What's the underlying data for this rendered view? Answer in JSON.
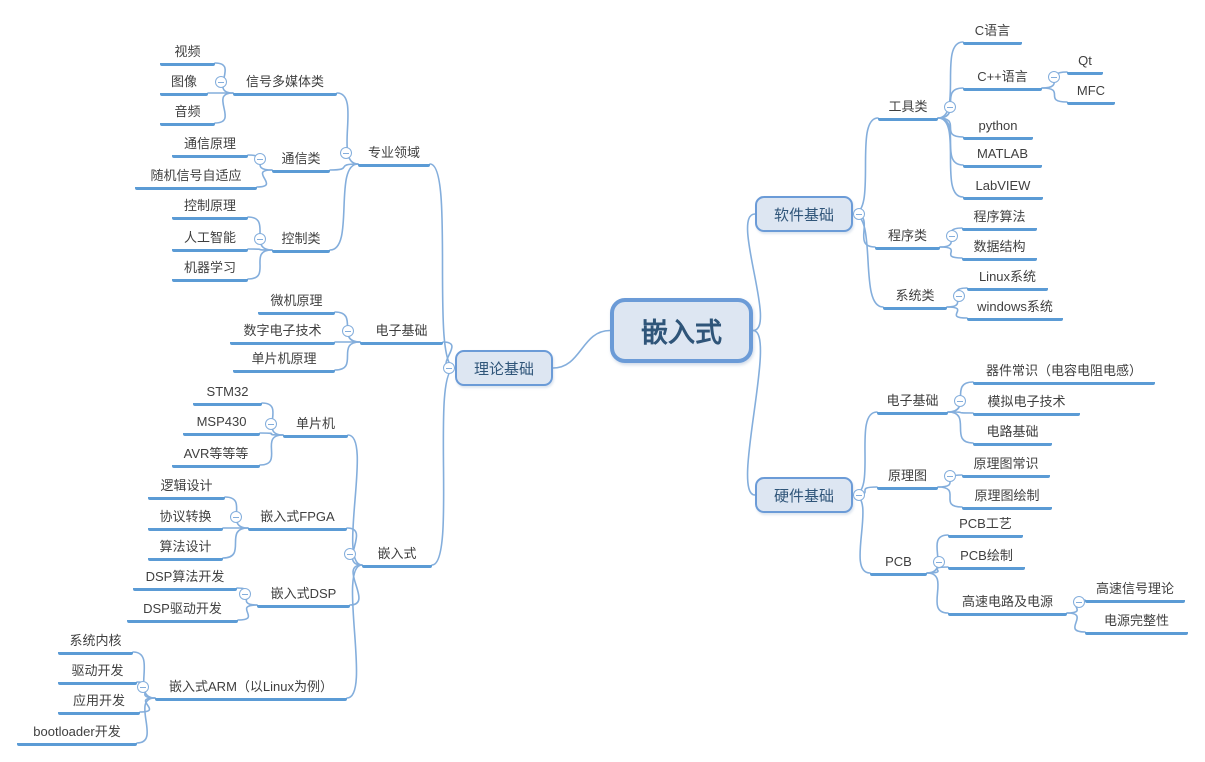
{
  "colors": {
    "branch_line": "#84AEDC",
    "node_underline": "#5B9BD5",
    "box_fill": "#DDE6F2",
    "box_border": "#6B9BD7",
    "text": "#3F3F3F",
    "box_text": "#2F5579"
  },
  "nodes": [
    {
      "id": "central",
      "parent": null,
      "label": "嵌入式",
      "type": "central"
    },
    {
      "id": "theory",
      "parent": "central",
      "label": "理论基础",
      "type": "box"
    },
    {
      "id": "major",
      "parent": "theory",
      "label": "专业领域",
      "type": "text"
    },
    {
      "id": "signal",
      "parent": "major",
      "label": "信号多媒体类",
      "type": "text"
    },
    {
      "id": "video",
      "parent": "signal",
      "label": "视频",
      "type": "text"
    },
    {
      "id": "image",
      "parent": "signal",
      "label": "图像",
      "type": "text"
    },
    {
      "id": "audio",
      "parent": "signal",
      "label": "音频",
      "type": "text"
    },
    {
      "id": "comm",
      "parent": "major",
      "label": "通信类",
      "type": "text"
    },
    {
      "id": "commPrinciple",
      "parent": "comm",
      "label": "通信原理",
      "type": "text"
    },
    {
      "id": "randomSignal",
      "parent": "comm",
      "label": "随机信号自适应",
      "type": "text"
    },
    {
      "id": "control",
      "parent": "major",
      "label": "控制类",
      "type": "text"
    },
    {
      "id": "controlPrinciple",
      "parent": "control",
      "label": "控制原理",
      "type": "text"
    },
    {
      "id": "ai",
      "parent": "control",
      "label": "人工智能",
      "type": "text"
    },
    {
      "id": "ml",
      "parent": "control",
      "label": "机器学习",
      "type": "text"
    },
    {
      "id": "elecTheory",
      "parent": "theory",
      "label": "电子基础",
      "type": "text"
    },
    {
      "id": "micro",
      "parent": "elecTheory",
      "label": "微机原理",
      "type": "text"
    },
    {
      "id": "digital",
      "parent": "elecTheory",
      "label": "数字电子技术",
      "type": "text"
    },
    {
      "id": "mcuPrinciple",
      "parent": "elecTheory",
      "label": "单片机原理",
      "type": "text"
    },
    {
      "id": "embedded",
      "parent": "theory",
      "label": "嵌入式",
      "type": "text"
    },
    {
      "id": "mcu",
      "parent": "embedded",
      "label": "单片机",
      "type": "text"
    },
    {
      "id": "stm32",
      "parent": "mcu",
      "label": "STM32",
      "type": "text"
    },
    {
      "id": "msp430",
      "parent": "mcu",
      "label": "MSP430",
      "type": "text"
    },
    {
      "id": "avr",
      "parent": "mcu",
      "label": "AVR等等等",
      "type": "text"
    },
    {
      "id": "fpga",
      "parent": "embedded",
      "label": "嵌入式FPGA",
      "type": "text"
    },
    {
      "id": "logic",
      "parent": "fpga",
      "label": "逻辑设计",
      "type": "text"
    },
    {
      "id": "protocol",
      "parent": "fpga",
      "label": "协议转换",
      "type": "text"
    },
    {
      "id": "algoDesign",
      "parent": "fpga",
      "label": "算法设计",
      "type": "text"
    },
    {
      "id": "dsp",
      "parent": "embedded",
      "label": "嵌入式DSP",
      "type": "text"
    },
    {
      "id": "dspAlgo",
      "parent": "dsp",
      "label": "DSP算法开发",
      "type": "text"
    },
    {
      "id": "dspDriver",
      "parent": "dsp",
      "label": "DSP驱动开发",
      "type": "text"
    },
    {
      "id": "arm",
      "parent": "embedded",
      "label": "嵌入式ARM（以Linux为例）",
      "type": "text"
    },
    {
      "id": "kernel",
      "parent": "arm",
      "label": "系统内核",
      "type": "text"
    },
    {
      "id": "driverDev",
      "parent": "arm",
      "label": "驱动开发",
      "type": "text"
    },
    {
      "id": "appDev",
      "parent": "arm",
      "label": "应用开发",
      "type": "text"
    },
    {
      "id": "bootloader",
      "parent": "arm",
      "label": "bootloader开发",
      "type": "text"
    },
    {
      "id": "software",
      "parent": "central",
      "label": "软件基础",
      "type": "box"
    },
    {
      "id": "tools",
      "parent": "software",
      "label": "工具类",
      "type": "text"
    },
    {
      "id": "clang",
      "parent": "tools",
      "label": "C语言",
      "type": "text"
    },
    {
      "id": "cpp",
      "parent": "tools",
      "label": "C++语言",
      "type": "text"
    },
    {
      "id": "qt",
      "parent": "cpp",
      "label": "Qt",
      "type": "text"
    },
    {
      "id": "mfc",
      "parent": "cpp",
      "label": "MFC",
      "type": "text"
    },
    {
      "id": "python",
      "parent": "tools",
      "label": "python",
      "type": "text"
    },
    {
      "id": "matlab",
      "parent": "tools",
      "label": "MATLAB",
      "type": "text"
    },
    {
      "id": "labview",
      "parent": "tools",
      "label": "LabVIEW",
      "type": "text"
    },
    {
      "id": "program",
      "parent": "software",
      "label": "程序类",
      "type": "text"
    },
    {
      "id": "progAlgo",
      "parent": "program",
      "label": "程序算法",
      "type": "text"
    },
    {
      "id": "dataStruct",
      "parent": "program",
      "label": "数据结构",
      "type": "text"
    },
    {
      "id": "system",
      "parent": "software",
      "label": "系统类",
      "type": "text"
    },
    {
      "id": "linux",
      "parent": "system",
      "label": "Linux系统",
      "type": "text"
    },
    {
      "id": "windows",
      "parent": "system",
      "label": "windows系统",
      "type": "text"
    },
    {
      "id": "hardware",
      "parent": "central",
      "label": "硬件基础",
      "type": "box"
    },
    {
      "id": "elecHw",
      "parent": "hardware",
      "label": "电子基础",
      "type": "text"
    },
    {
      "id": "devices",
      "parent": "elecHw",
      "label": "器件常识（电容电阻电感）",
      "type": "text"
    },
    {
      "id": "analog",
      "parent": "elecHw",
      "label": "模拟电子技术",
      "type": "text"
    },
    {
      "id": "circuit",
      "parent": "elecHw",
      "label": "电路基础",
      "type": "text"
    },
    {
      "id": "schematic",
      "parent": "hardware",
      "label": "原理图",
      "type": "text"
    },
    {
      "id": "schKnow",
      "parent": "schematic",
      "label": "原理图常识",
      "type": "text"
    },
    {
      "id": "schDraw",
      "parent": "schematic",
      "label": "原理图绘制",
      "type": "text"
    },
    {
      "id": "pcb",
      "parent": "hardware",
      "label": "PCB",
      "type": "text"
    },
    {
      "id": "pcbProcess",
      "parent": "pcb",
      "label": "PCB工艺",
      "type": "text"
    },
    {
      "id": "pcbDraw",
      "parent": "pcb",
      "label": "PCB绘制",
      "type": "text"
    },
    {
      "id": "hispeed",
      "parent": "pcb",
      "label": "高速电路及电源",
      "type": "text"
    },
    {
      "id": "hsSignal",
      "parent": "hispeed",
      "label": "高速信号理论",
      "type": "text"
    },
    {
      "id": "powerInt",
      "parent": "hispeed",
      "label": "电源完整性",
      "type": "text"
    }
  ]
}
